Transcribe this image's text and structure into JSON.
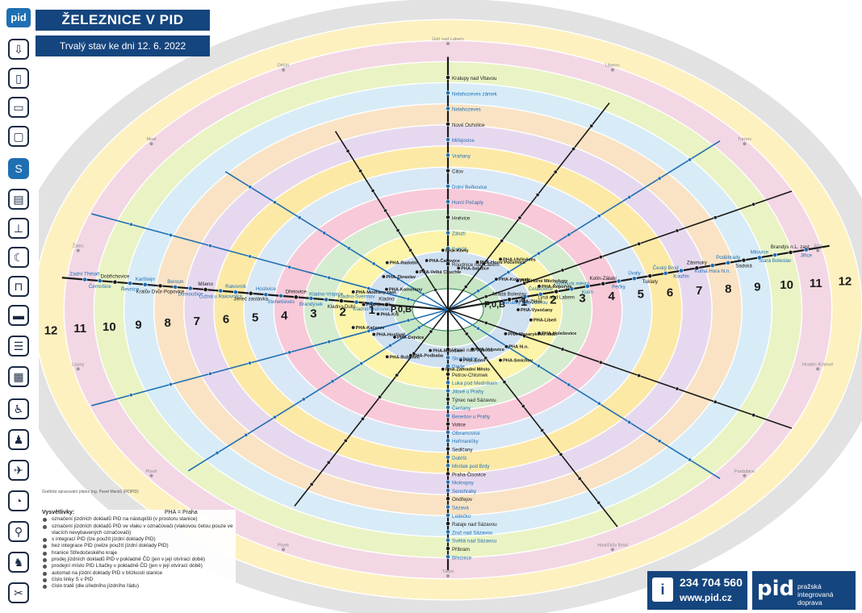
{
  "header": {
    "title": "ŽELEZNICE V PID",
    "subtitle": "Trvalý stav ke dni 12. 6. 2022",
    "logo": "pid"
  },
  "sidebar": {
    "icons": [
      "pid-logo-icon",
      "walk-icon",
      "tram-icon",
      "bus-icon",
      "trolleybus-icon",
      "train-icon",
      "funicular-icon",
      "ferry-icon",
      "night-icon",
      "metro-icon",
      "regional-bus-icon",
      "ticket-icon",
      "wheelchair-icon",
      "family-icon",
      "airport-icon",
      "pram-icon",
      "bike-icon",
      "dog-icon",
      "luggage-icon"
    ],
    "active": "train-icon"
  },
  "zones": {
    "labels_left": [
      "P,0,B",
      "1",
      "2",
      "3",
      "4",
      "5",
      "6",
      "7",
      "8",
      "9",
      "10",
      "11",
      "12"
    ],
    "colors": [
      "#c7e6c4",
      "#cfe0f1",
      "#fbf4a9",
      "#d6ecd0",
      "#f8c9d8",
      "#d9e8f6",
      "#fde9a6",
      "#e6d9ef",
      "#f9e3c4",
      "#d7ecf7",
      "#eaf3c4",
      "#f3d7e5",
      "#fdf1c0",
      "#e2e2e2"
    ]
  },
  "stations": {
    "north_line": [
      "Roudnice nad Labem",
      "Dobříň",
      "Záluží",
      "Hněvice",
      "Horní Počaply",
      "Dolní Beřkovice",
      "Citov",
      "Vraňany",
      "Miřejovice",
      "Nové Ouholice",
      "Nelahozeves",
      "Nelahozeves zámek",
      "Kralupy nad Vltavou"
    ],
    "center_labels": [
      "PHA-Vysočany",
      "PHA-Libeň",
      "PHA-Holešovice",
      "PHA-Masarykovo nádr.",
      "PHA hl.n.",
      "PHA-Smíchov",
      "PHA-Vršovice",
      "PHA-Eden",
      "PHA-Zahradní Město",
      "PHA-Malešice",
      "PHA-Podbaba",
      "PHA-Bubeneč",
      "PHA-Dejvice",
      "PHA-Hostivař",
      "PHA-Kačerov",
      "PHA-Krč",
      "PHA-Braník",
      "PHA-Modřany zast.",
      "PHA-Komořany",
      "PHA-Zbraslav",
      "PHA-Radotín",
      "PHA-Velká Chuchle",
      "PHA-Čakovice",
      "PHA-Kbely",
      "PHA-Satalice",
      "PHA-Horní Počernice",
      "PHA-Uhříněves",
      "PHA-Kolovraty",
      "PHA-Horní Měcholupy",
      "PHA-Řeporyje",
      "PHA-Zličín"
    ],
    "west_line": [
      "Kladno",
      "Kladno-Ostrovec",
      "Kladno-Švermov",
      "Kladno-Dubí",
      "Kladno-Vrapice",
      "Brandýsek",
      "Dřetovice",
      "Stehelčeves",
      "Hostivice",
      "Jeneč zastávka",
      "Rakovník",
      "Lužná u Rakovníka",
      "Mšeno",
      "Domoušice",
      "Beroun",
      "Králův Dvůr-Popovice",
      "Karlštejn",
      "Řevnice",
      "Dobřichovice",
      "Černošice",
      "Zadní Třebaň"
    ],
    "east_line": [
      "Mladá Boleslav",
      "Benátky nad Jizerou",
      "Čelákovice",
      "Lysá nad Labem",
      "Nymburk město",
      "Kolín",
      "Kolín-Zálabí",
      "Pečky",
      "Úvaly",
      "Tuklaty",
      "Český Brod",
      "Kouřim",
      "Zásmuky",
      "Kutná Hora hl.n.",
      "Poděbrady",
      "Sadská",
      "Milovice",
      "Stará Boleslav",
      "Brandýs n.L. zast.",
      "Jiřice"
    ],
    "south_line": [
      "Vrané nad Vltavou",
      "Skochovice",
      "Davle",
      "Petrov-Chlomek",
      "Luka pod Medníkem",
      "Jílové u Prahy",
      "Týnec nad Sázavou",
      "Čerčany",
      "Benešov u Prahy",
      "Votice",
      "Olbramovice",
      "Heřmaničky",
      "Sedlčany",
      "Dobříš",
      "Mníšek pod Brdy",
      "Praha-Čisovice",
      "Mokropsy",
      "Senohraby",
      "Ondřejov",
      "Sázava",
      "Ledečko",
      "Rataje nad Sázavou",
      "Zruč nad Sázavou",
      "Světlá nad Sázavou",
      "Příbram",
      "Březnice"
    ],
    "terminals": [
      "Ústí nad Labem",
      "Liberec",
      "Turnov",
      "Jičín",
      "Hradec Králové",
      "Pardubice",
      "Havlíčkův Brod",
      "Tábor",
      "Písek",
      "Plzeň",
      "Louny",
      "Žatec",
      "Most",
      "Děčín"
    ]
  },
  "legend": {
    "title": "Vysvětlivky:",
    "praha_note": "PHA = Praha",
    "items": [
      "označení jízdních dokladů PID na nástupišti (v prostoru stanice)",
      "označení jízdních dokladů PID ve vlaku v označovači (vlakovou četou pouze ve vlacích nevybavených označovači)",
      "s integrací PID (lze použít jízdní doklady PID)",
      "bez integrace PID (nelze použít jízdní doklady PID)",
      "hranice Středočeského kraje",
      "prodej jízdních dokladů PID v pokladně ČD (jen v její otvírací době)",
      "prodejní místo PID Lítačky v pokladně ČD (jen v její otvírací době)",
      "automat na jízdní doklady PID v blízkosti stanice",
      "číslo linky S v PID",
      "číslo tratě (dle úředního jízdního řádu)"
    ]
  },
  "credit": "Grafické zpracování plánu: Ing. Pavel Macků (ROPID)",
  "contact": {
    "phone": "234 704 560",
    "web": "www.pid.cz"
  },
  "brand": {
    "logo": "pid",
    "line1": "pražská integrovaná",
    "line2": "doprava"
  }
}
